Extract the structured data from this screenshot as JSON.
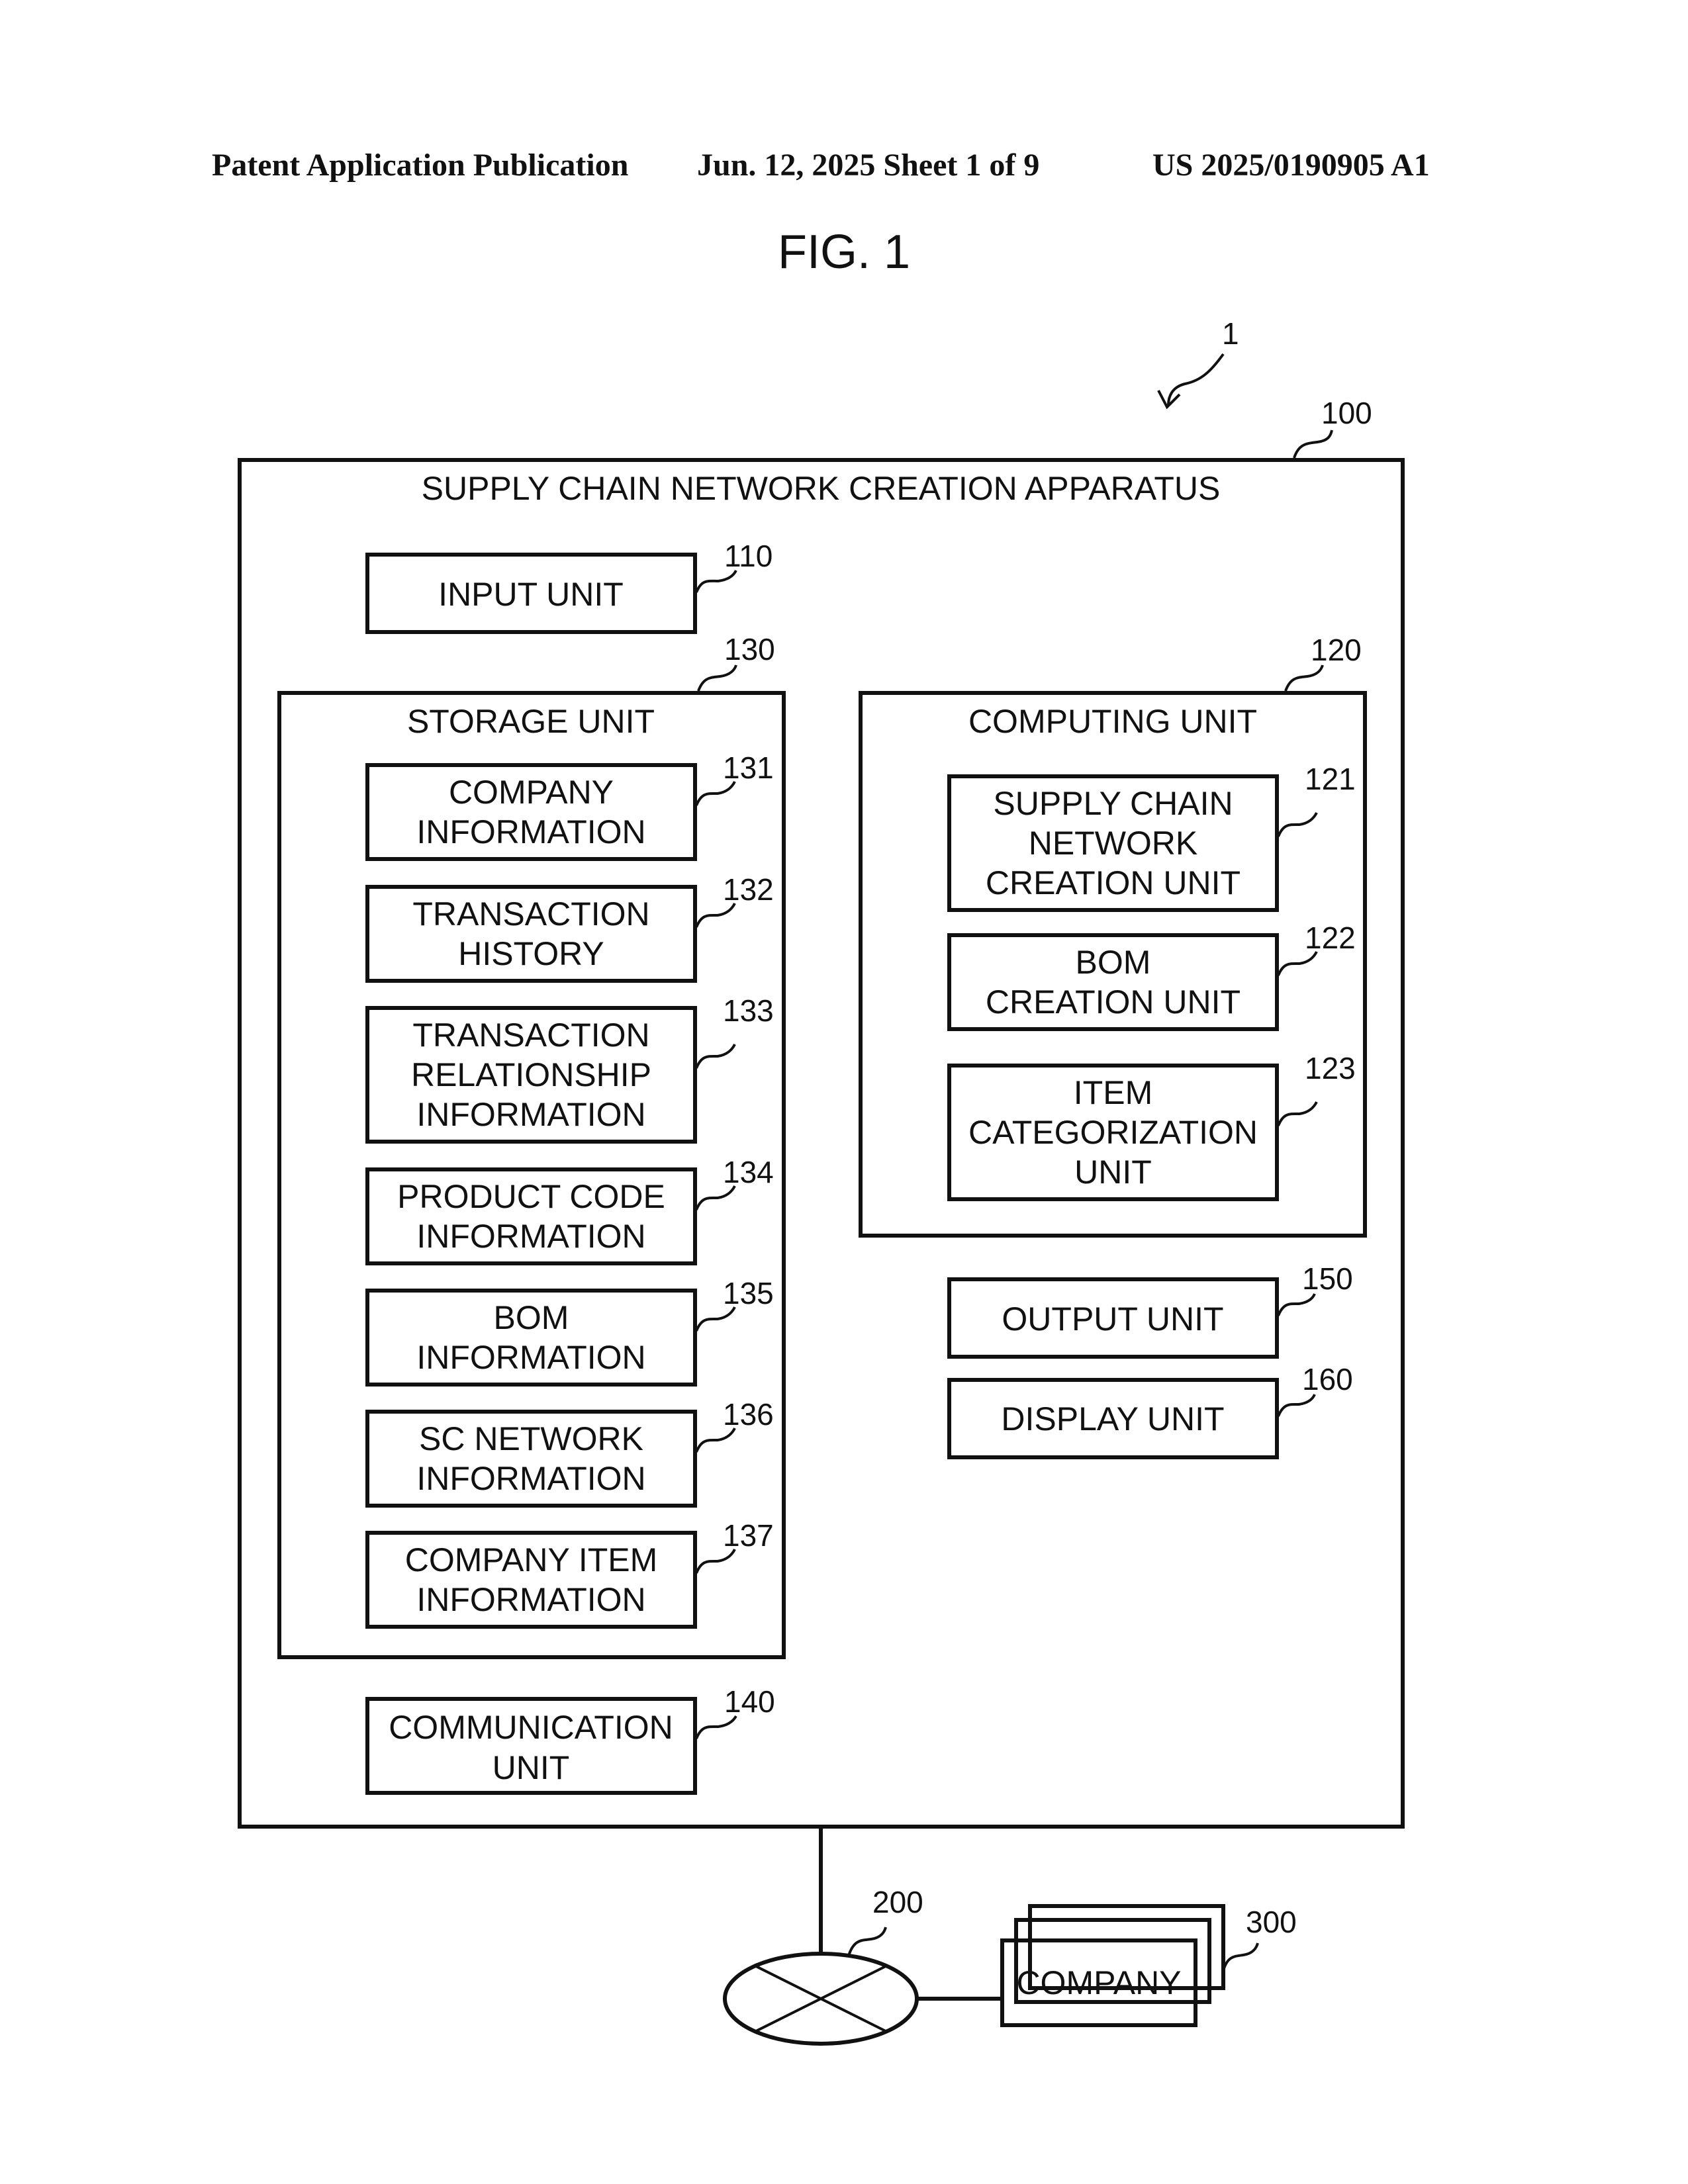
{
  "header": {
    "publication": "Patent Application Publication",
    "date_sheet": "Jun. 12, 2025  Sheet 1 of 9",
    "number": "US 2025/0190905 A1"
  },
  "figure": {
    "title": "FIG. 1",
    "system_ref": "1"
  },
  "apparatus": {
    "ref": "100",
    "title": "SUPPLY CHAIN NETWORK CREATION APPARATUS",
    "input_unit": {
      "ref": "110",
      "lines": [
        "INPUT UNIT"
      ]
    },
    "storage_unit": {
      "ref": "130",
      "title": "STORAGE UNIT",
      "items": [
        {
          "ref": "131",
          "lines": [
            "COMPANY",
            "INFORMATION"
          ]
        },
        {
          "ref": "132",
          "lines": [
            "TRANSACTION",
            "HISTORY"
          ]
        },
        {
          "ref": "133",
          "lines": [
            "TRANSACTION",
            "RELATIONSHIP",
            "INFORMATION"
          ]
        },
        {
          "ref": "134",
          "lines": [
            "PRODUCT CODE",
            "INFORMATION"
          ]
        },
        {
          "ref": "135",
          "lines": [
            "BOM",
            "INFORMATION"
          ]
        },
        {
          "ref": "136",
          "lines": [
            "SC NETWORK",
            "INFORMATION"
          ]
        },
        {
          "ref": "137",
          "lines": [
            "COMPANY ITEM",
            "INFORMATION"
          ]
        }
      ]
    },
    "computing_unit": {
      "ref": "120",
      "title": "COMPUTING UNIT",
      "items": [
        {
          "ref": "121",
          "lines": [
            "SUPPLY CHAIN",
            "NETWORK",
            "CREATION UNIT"
          ]
        },
        {
          "ref": "122",
          "lines": [
            "BOM",
            "CREATION UNIT"
          ]
        },
        {
          "ref": "123",
          "lines": [
            "ITEM",
            "CATEGORIZATION",
            "UNIT"
          ]
        }
      ]
    },
    "output_unit": {
      "ref": "150",
      "lines": [
        "OUTPUT UNIT"
      ]
    },
    "display_unit": {
      "ref": "160",
      "lines": [
        "DISPLAY UNIT"
      ]
    },
    "communication_unit": {
      "ref": "140",
      "lines": [
        "COMMUNICATION",
        "UNIT"
      ]
    }
  },
  "network": {
    "ref": "200"
  },
  "company": {
    "ref": "300",
    "label": "COMPANY"
  }
}
